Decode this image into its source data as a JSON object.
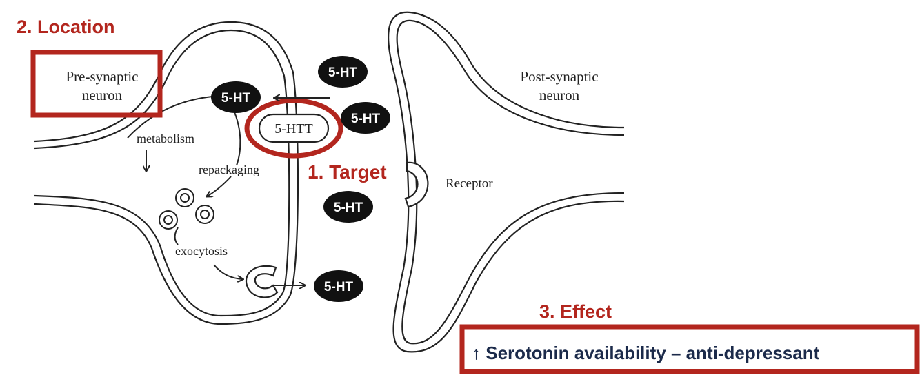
{
  "labels": {
    "location": "2. Location",
    "target": "1. Target",
    "effect": "3. Effect",
    "pre_synaptic": [
      "Pre-synaptic",
      "neuron"
    ],
    "post_synaptic": [
      "Post-synaptic",
      "neuron"
    ],
    "transporter": "5-HTT",
    "receptor": "Receptor",
    "metabolism": "metabolism",
    "repackaging": "repackaging",
    "exocytosis": "exocytosis",
    "molecule": "5-HT"
  },
  "effect_statement": "↑ Serotonin availability – anti-depressant",
  "colors": {
    "highlight_red": "#b3261e",
    "effect_text": "#1b2a4a",
    "molecule_fill": "#111111",
    "line": "#222222"
  }
}
